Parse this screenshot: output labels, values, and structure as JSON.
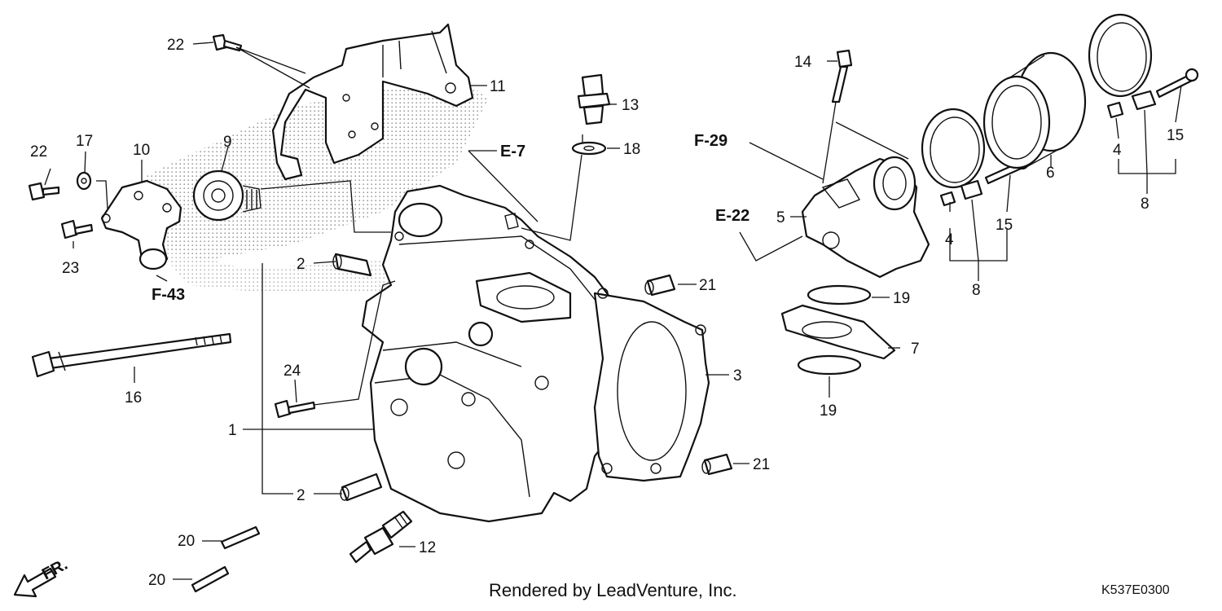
{
  "callouts": {
    "c1": "1",
    "c2a": "2",
    "c2b": "2",
    "c3": "3",
    "c4a": "4",
    "c4b": "4",
    "c5": "5",
    "c6": "6",
    "c7": "7",
    "c8a": "8",
    "c8b": "8",
    "c9": "9",
    "c10": "10",
    "c11": "11",
    "c12": "12",
    "c13": "13",
    "c14": "14",
    "c15a": "15",
    "c15b": "15",
    "c16": "16",
    "c17": "17",
    "c18": "18",
    "c19a": "19",
    "c19b": "19",
    "c20a": "20",
    "c20b": "20",
    "c21a": "21",
    "c21b": "21",
    "c22a": "22",
    "c22b": "22",
    "c23": "23",
    "c24": "24"
  },
  "references": {
    "e7": "E-7",
    "e22": "E-22",
    "f29": "F-29",
    "f43": "F-43",
    "front": "FR."
  },
  "footer": {
    "credit": "Rendered by LeadVenture, Inc.",
    "diagram_code": "K537E0300"
  }
}
